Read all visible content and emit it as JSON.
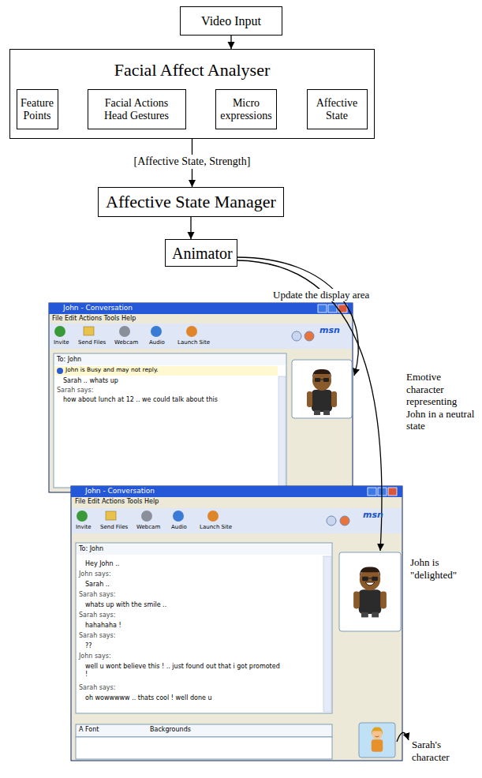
{
  "diagram": {
    "nodes": [
      {
        "text": [
          "Video Input"
        ]
      },
      {
        "text": [
          "Facial Affect Analyser"
        ]
      },
      {
        "text": [
          "Feature Points"
        ],
        "in": 1
      },
      {
        "text": [
          "Facial Actions Head Gestures"
        ],
        "in": 1
      },
      {
        "text": [
          "Micro expressions"
        ],
        "in": 1
      },
      {
        "text": [
          "Affective State"
        ],
        "in": 1
      },
      {
        "text": [
          "Affective State Manager"
        ]
      },
      {
        "text": [
          "Animator"
        ]
      }
    ],
    "edges": [
      {
        "from": 0,
        "to": 1,
        "arrow": "to"
      },
      {
        "from": 2,
        "to": 3,
        "arrow": "to"
      },
      {
        "from": 3,
        "to": 4,
        "arrow": "to"
      },
      {
        "from": 4,
        "to": 5,
        "arrow": "to"
      },
      {
        "from": 1,
        "to": 6,
        "label": "[Affective State, Strength]",
        "arrow": "to"
      },
      {
        "from": 6,
        "to": 7,
        "arrow": "to"
      }
    ],
    "labels": [
      "Update the display area",
      "Emotive character representing John in a neutral state",
      "John is \"delighted\"",
      "Sarah's character",
      "John - Conversation",
      "File Edit Actions Tools Help",
      "Invite",
      "Send Files",
      "Webcam",
      "Audio",
      "Launch Site",
      "msn",
      "To: John",
      "John is Busy and may not reply.",
      "Sarah .. whats up",
      "Sarah says:",
      "how about lunch at 12 .. we could talk about this",
      "John - Conversation",
      "File Edit Actions Tools Help",
      "Invite",
      "Send Files",
      "Webcam",
      "Audio",
      "Launch Site",
      "msn",
      "To: John",
      "Hey John ..",
      "John says:",
      "Sarah ..",
      "Sarah says:",
      "whats up with the smile ..",
      "Sarah says:",
      "hahahaha !",
      "Sarah says:",
      "??",
      "John says:",
      "well u wont believe this ! .. just found out that i got promoted !",
      "Sarah says:",
      "oh wowwwww .. thats cool ! well done u",
      "A Font",
      "Backgrounds"
    ]
  }
}
